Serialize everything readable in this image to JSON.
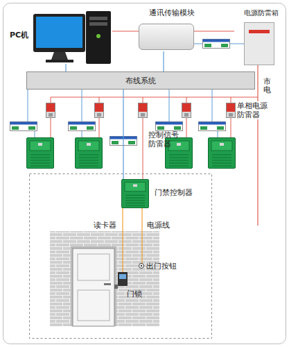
{
  "diagram": {
    "nodes": [
      {
        "text": [
          "PC机"
        ]
      },
      {
        "text": [
          "通讯传输模块"
        ]
      },
      {
        "text": [
          "电源防雷箱"
        ]
      },
      {
        "text": [
          "布线系统"
        ]
      },
      {
        "text": [
          "门禁控制器"
        ]
      }
    ],
    "edges": [
      {
        "from": 0,
        "to": 3,
        "arrow": "none"
      },
      {
        "from": 1,
        "to": 3,
        "arrow": "none"
      },
      {
        "from": 3,
        "to": 4,
        "arrow": "none"
      },
      {
        "from": 0,
        "to": 2,
        "arrow": "none"
      }
    ],
    "labels": [
      "市电",
      "单相电源防雷器",
      "控制信号防雷器",
      "读卡器",
      "电源线",
      "出门按钮",
      "门锁"
    ]
  }
}
